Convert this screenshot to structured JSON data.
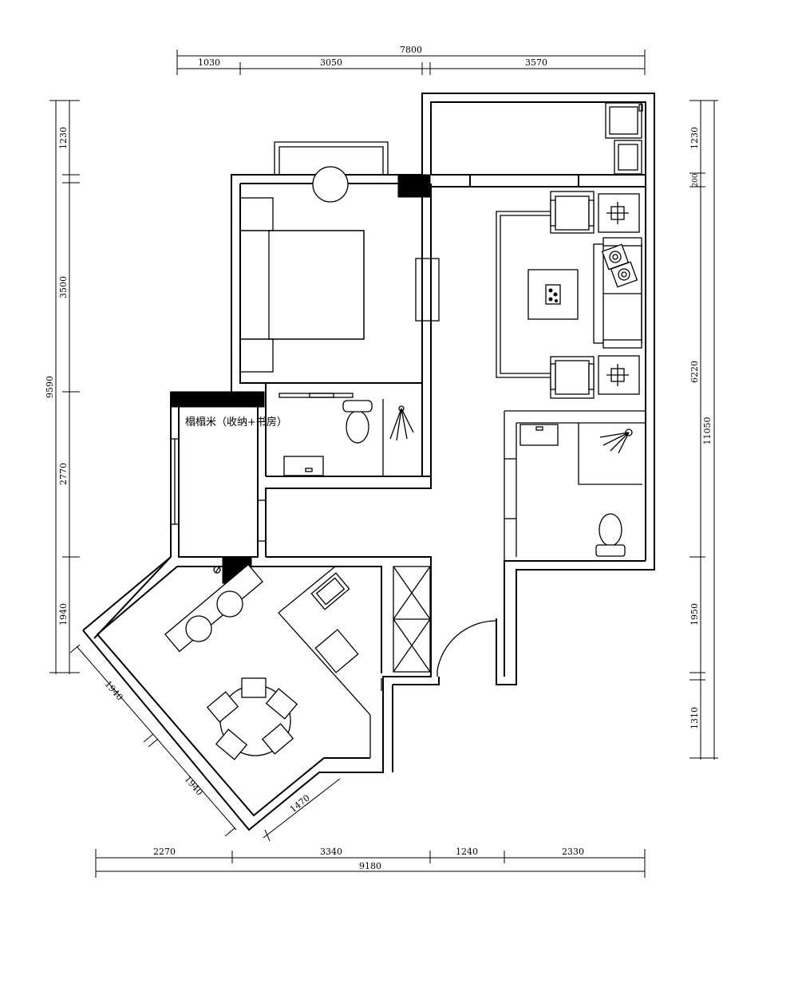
{
  "dimensions": {
    "top_total": "7800",
    "top_segments": [
      "1030",
      "3050",
      "3570"
    ],
    "bottom_segments": [
      "2270",
      "3340",
      "1240",
      "2330"
    ],
    "bottom_total": "9180",
    "left_total": "9590",
    "left_segments": [
      "1230",
      "3500",
      "2770",
      "1940"
    ],
    "right_segments": [
      "1230",
      "200",
      "6220",
      "1950",
      "1310"
    ],
    "right_total": "11050",
    "diagonal": [
      "1940",
      "1940",
      "1470"
    ]
  },
  "rooms": {
    "tatami_label": "榻榻米（收纳+书房）"
  },
  "colors": {
    "line": "#000000",
    "background": "#ffffff"
  }
}
